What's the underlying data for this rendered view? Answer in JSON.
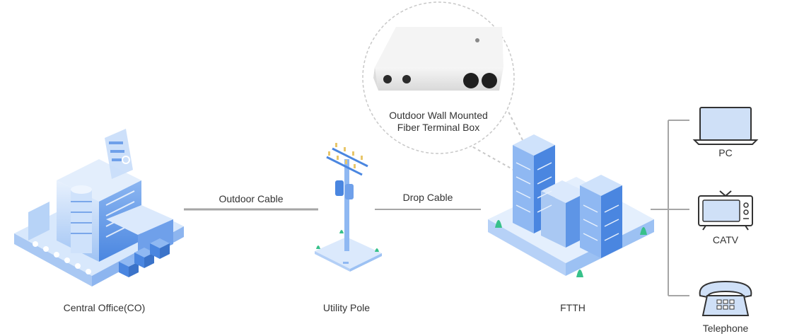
{
  "nodes": {
    "central_office": "Central Office(CO)",
    "utility_pole": "Utility Pole",
    "ftth": "FTTH"
  },
  "links": {
    "outdoor_cable": "Outdoor Cable",
    "drop_cable": "Drop Cable"
  },
  "callout": {
    "line1": "Outdoor Wall Mounted",
    "line2": "Fiber Terminal Box"
  },
  "devices": {
    "pc": "PC",
    "catv": "CATV",
    "telephone": "Telephone"
  },
  "colors": {
    "line": "#a6a6a6",
    "blue_light": "#cfe2fb",
    "blue_mid": "#8fb8f2",
    "blue_dark": "#4a86e0",
    "green": "#38c18a"
  }
}
